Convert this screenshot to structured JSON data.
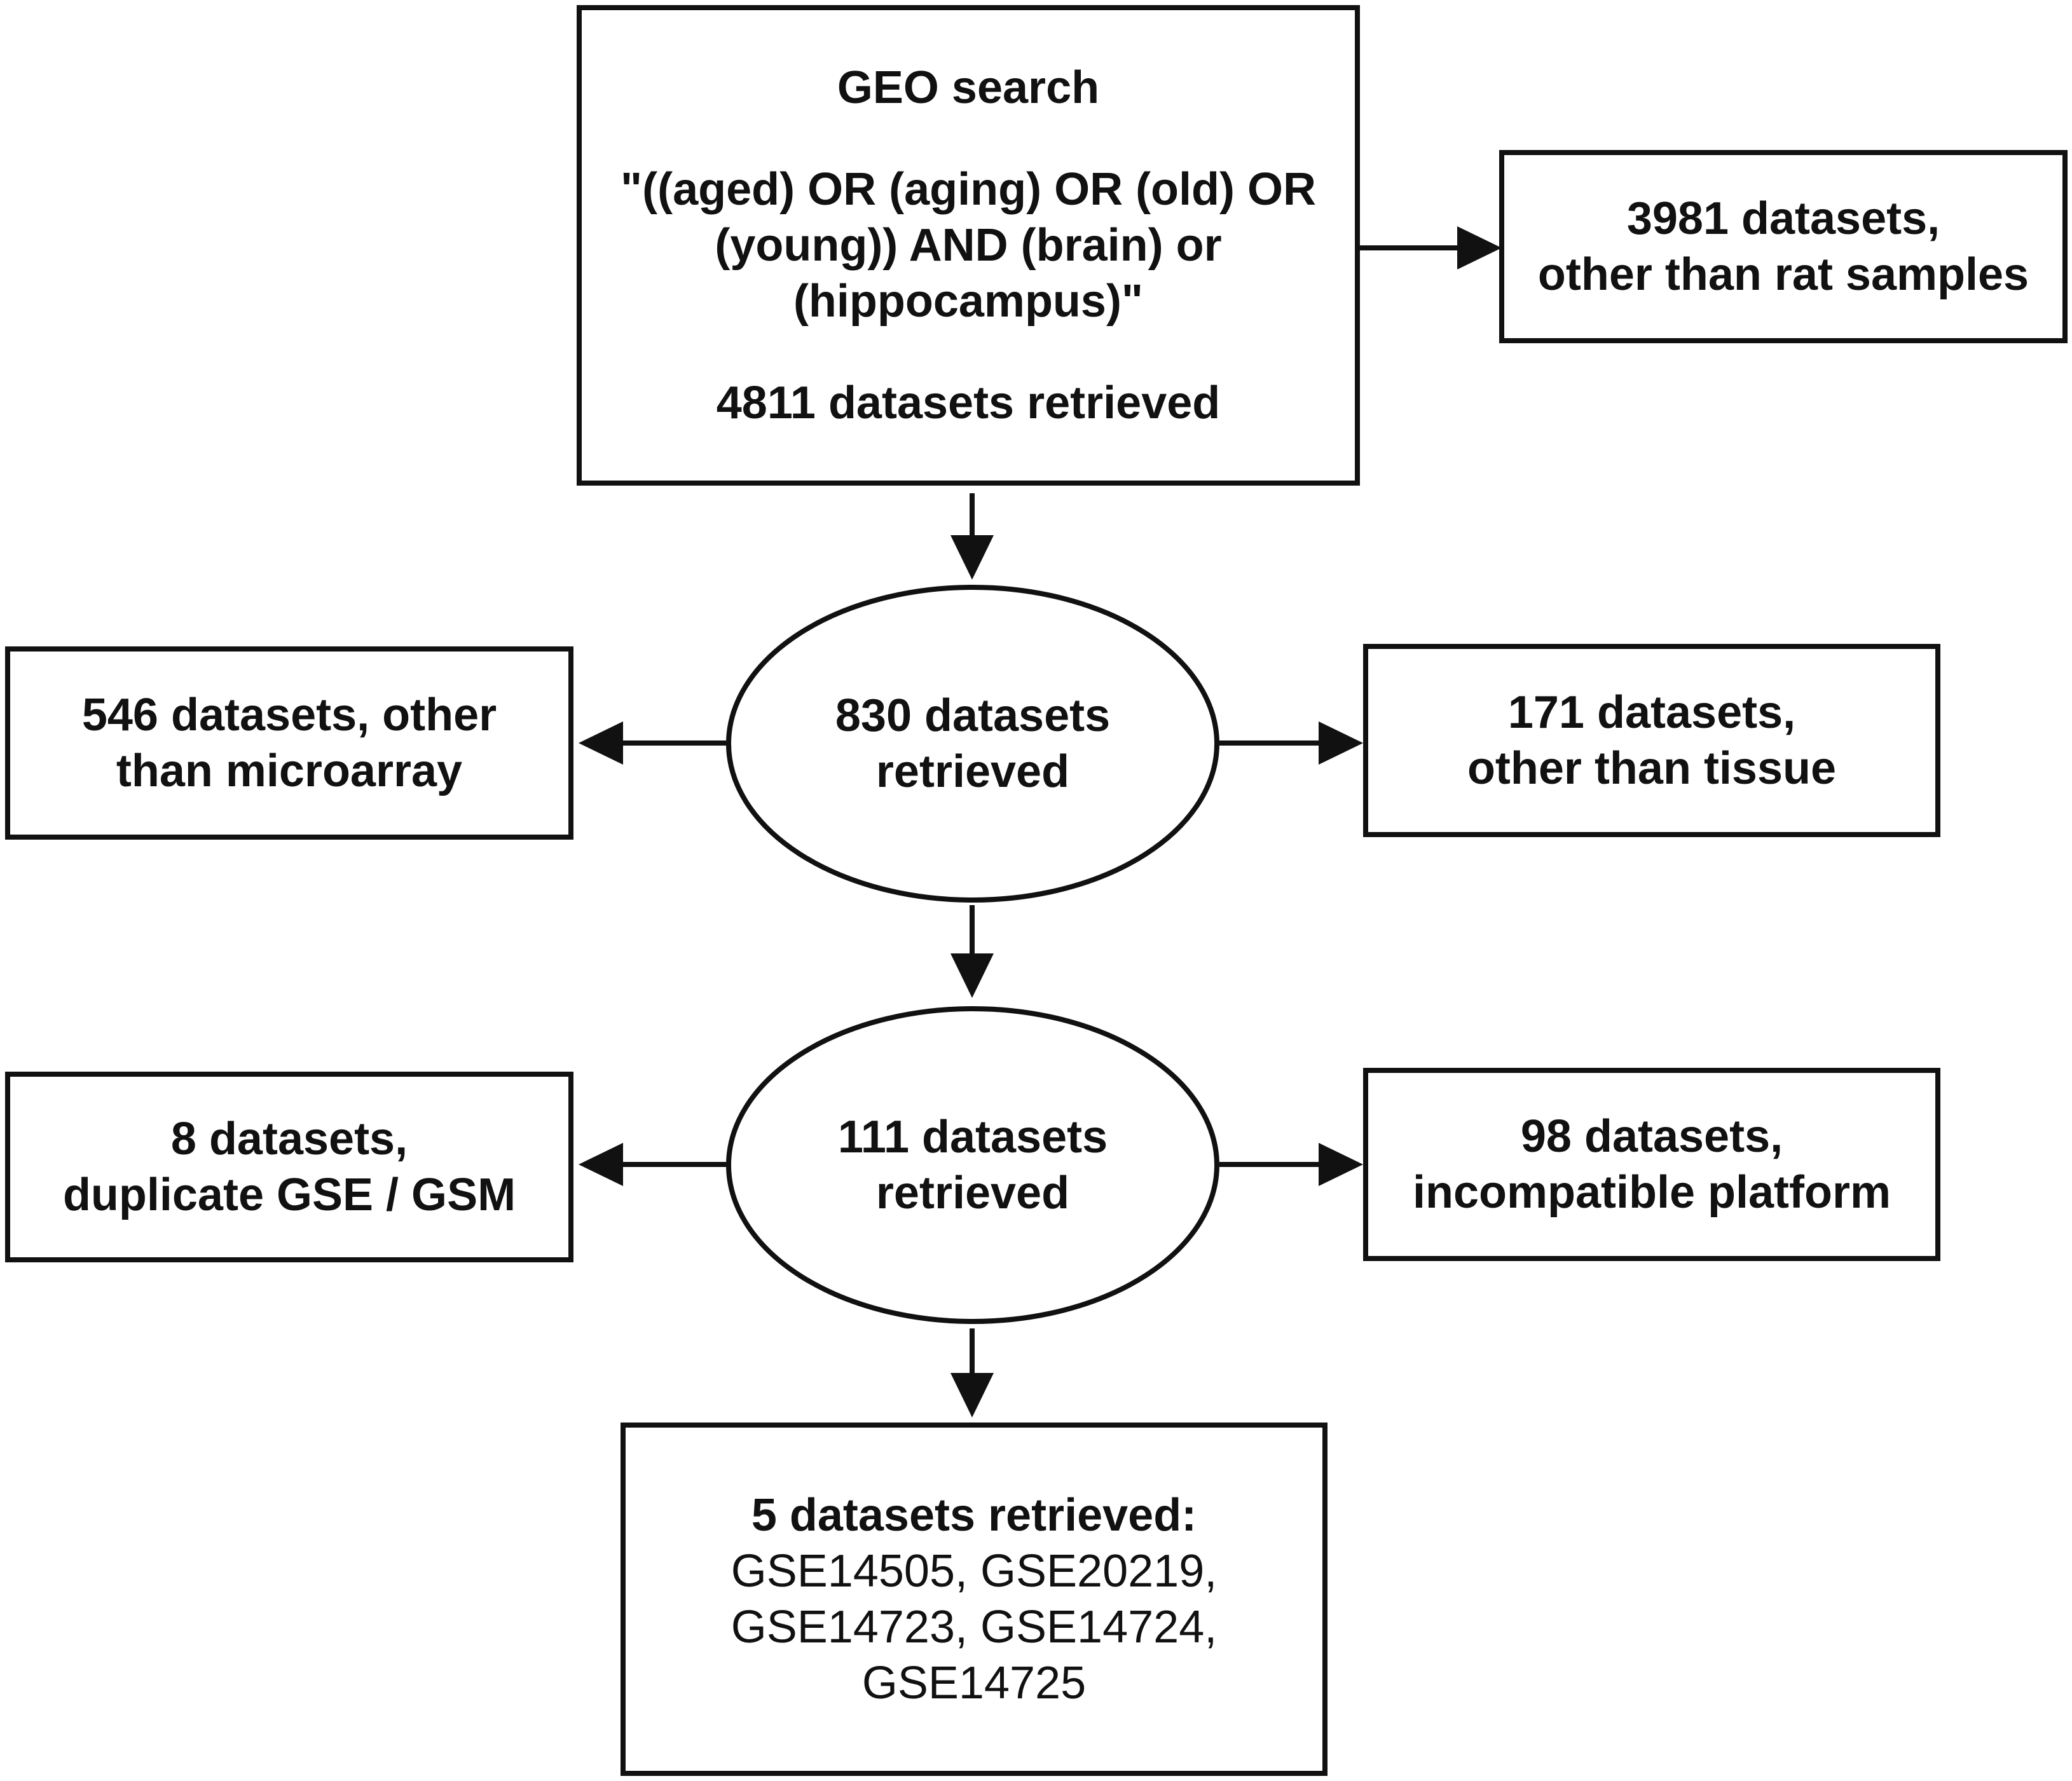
{
  "nodes": {
    "geo_search": {
      "title": "GEO search",
      "query": "\"((aged) OR (aging) OR (old) OR\n(young)) AND (brain) or\n(hippocampus)\"",
      "result": "4811 datasets retrieved"
    },
    "excluded_rat": {
      "text": "3981 datasets,\nother than rat samples"
    },
    "retrieved_830": {
      "text": "830 datasets\nretrieved"
    },
    "excluded_microarray": {
      "text": "546 datasets, other\nthan microarray"
    },
    "excluded_tissue": {
      "text": "171 datasets,\nother than tissue"
    },
    "retrieved_111": {
      "text": "111 datasets\nretrieved"
    },
    "excluded_duplicate": {
      "text": "8 datasets,\nduplicate GSE / GSM"
    },
    "excluded_platform": {
      "text": "98 datasets,\nincompatible platform"
    },
    "final": {
      "title": "5 datasets retrieved:",
      "list": "GSE14505, GSE20219,\nGSE14723, GSE14724,\nGSE14725"
    }
  },
  "edges": [
    {
      "from": "geo_search",
      "to": "excluded_rat"
    },
    {
      "from": "geo_search",
      "to": "retrieved_830"
    },
    {
      "from": "retrieved_830",
      "to": "excluded_microarray"
    },
    {
      "from": "retrieved_830",
      "to": "excluded_tissue"
    },
    {
      "from": "retrieved_830",
      "to": "retrieved_111"
    },
    {
      "from": "retrieved_111",
      "to": "excluded_duplicate"
    },
    {
      "from": "retrieved_111",
      "to": "excluded_platform"
    },
    {
      "from": "retrieved_111",
      "to": "final"
    }
  ],
  "colors": {
    "stroke": "#111111",
    "background": "#ffffff",
    "text": "#111111"
  }
}
